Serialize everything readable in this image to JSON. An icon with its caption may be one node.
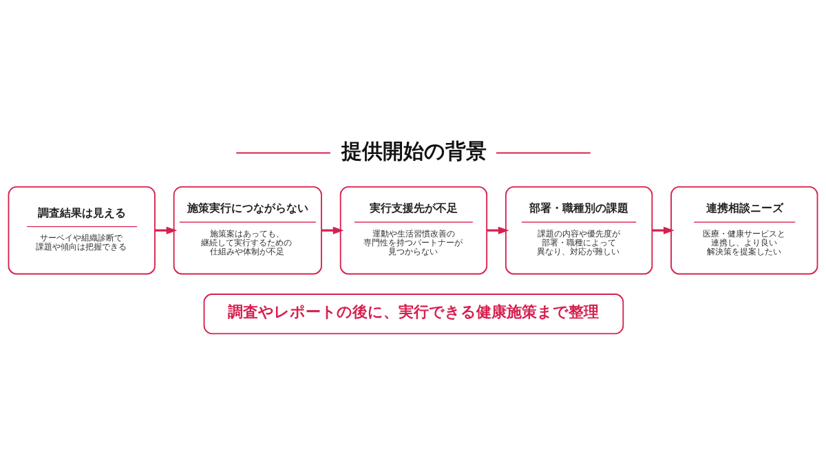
{
  "diagram": {
    "title": "提供開始の背景",
    "nodes": [
      {
        "text": [
          "調査結果は見える",
          "サーベイや組織診断で課題や傾向は把握できる"
        ]
      },
      {
        "text": [
          "施策実行につながらない",
          "施策案はあっても、継続して実行するための仕組みや体制が不足"
        ]
      },
      {
        "text": [
          "実行支援先が不足",
          "運動や生活習慣改善の専門性を持つパートナーが見つからない"
        ]
      },
      {
        "text": [
          "部署・職種別の課題",
          "課題の内容や優先度が部署・職種によって異なり、対応が難しい"
        ]
      },
      {
        "text": [
          "連携相談ニーズ",
          "医療・健康サービスと連携し、より良い解決策を提案したい"
        ]
      },
      {
        "text": [
          "調査やレポートの後に、実行できる健康施策まで整理"
        ]
      }
    ],
    "edges": [
      {
        "from": 0,
        "to": 1,
        "arrow": "to"
      },
      {
        "from": 1,
        "to": 2,
        "arrow": "to"
      },
      {
        "from": 2,
        "to": 3,
        "arrow": "to"
      },
      {
        "from": 3,
        "to": 4,
        "arrow": "to"
      }
    ]
  }
}
